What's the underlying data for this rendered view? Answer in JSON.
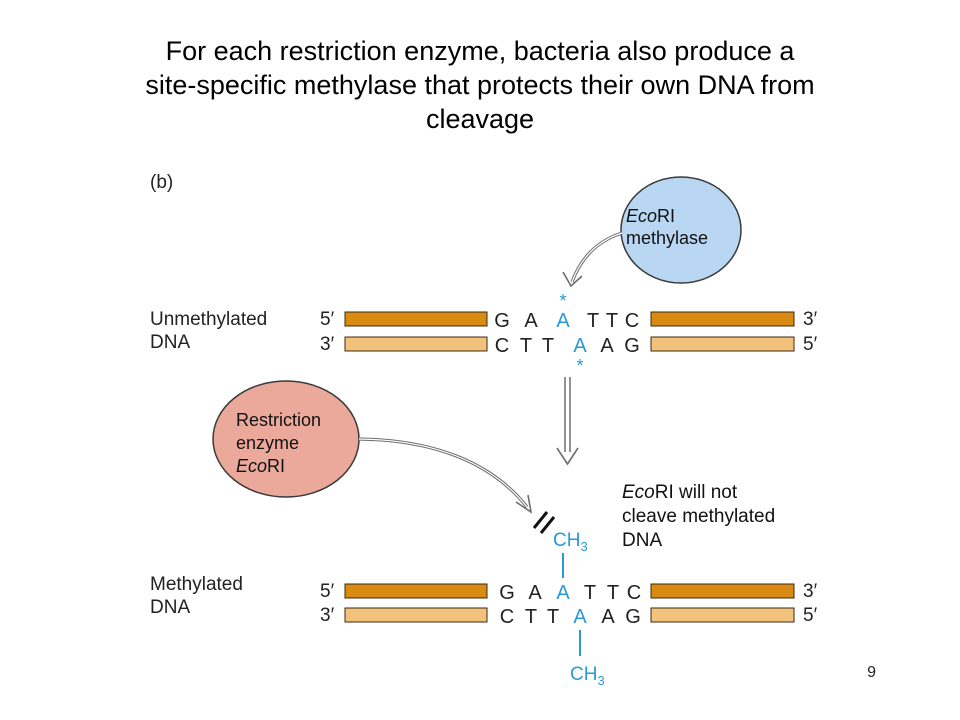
{
  "slide": {
    "title_lines": [
      "For each restriction enzyme, bacteria also produce a",
      "site-specific methylase that protects their own DNA from",
      "cleavage"
    ],
    "page_number": "9"
  },
  "figure": {
    "panel_label": "(b)",
    "methylase_bubble": {
      "line1_italic": "Eco",
      "line1_rest": "RI",
      "line2": "methylase"
    },
    "restriction_bubble": {
      "line1": "Restriction",
      "line2": "enzyme",
      "line3_italic": "Eco",
      "line3_rest": "RI"
    },
    "unmethylated": {
      "label_line1": "Unmethylated",
      "label_line2": "DNA",
      "top_strand": {
        "left_end": "5′",
        "bases": [
          "G",
          "A",
          "A",
          "T",
          "T",
          "C"
        ],
        "right_end": "3′"
      },
      "bottom_strand": {
        "left_end": "3′",
        "bases": [
          "C",
          "T",
          "T",
          "A",
          "A",
          "G"
        ],
        "right_end": "5′"
      },
      "mark": "*"
    },
    "methylated": {
      "label_line1": "Methylated",
      "label_line2": "DNA",
      "top_strand": {
        "left_end": "5′",
        "bases": [
          "G",
          "A",
          "A",
          "T",
          "T",
          "C"
        ],
        "right_end": "3′"
      },
      "bottom_strand": {
        "left_end": "3′",
        "bases": [
          "C",
          "T",
          "T",
          "A",
          "A",
          "G"
        ],
        "right_end": "5′"
      },
      "methyl_group": "CH",
      "methyl_subscript": "3"
    },
    "note": {
      "line1_italic": "Eco",
      "line1_rest": "RI will not",
      "line2": "cleave methylated",
      "line3": "DNA"
    },
    "colors": {
      "strand_top": "#d98a12",
      "strand_bottom": "#f2c27a",
      "strand_outline": "#3a2a10",
      "highlight_base": "#2a9ad6",
      "methylase_fill": "#b9d7f2",
      "restriction_fill": "#eba99b",
      "arrow_gray": "#6e6e6e"
    }
  }
}
